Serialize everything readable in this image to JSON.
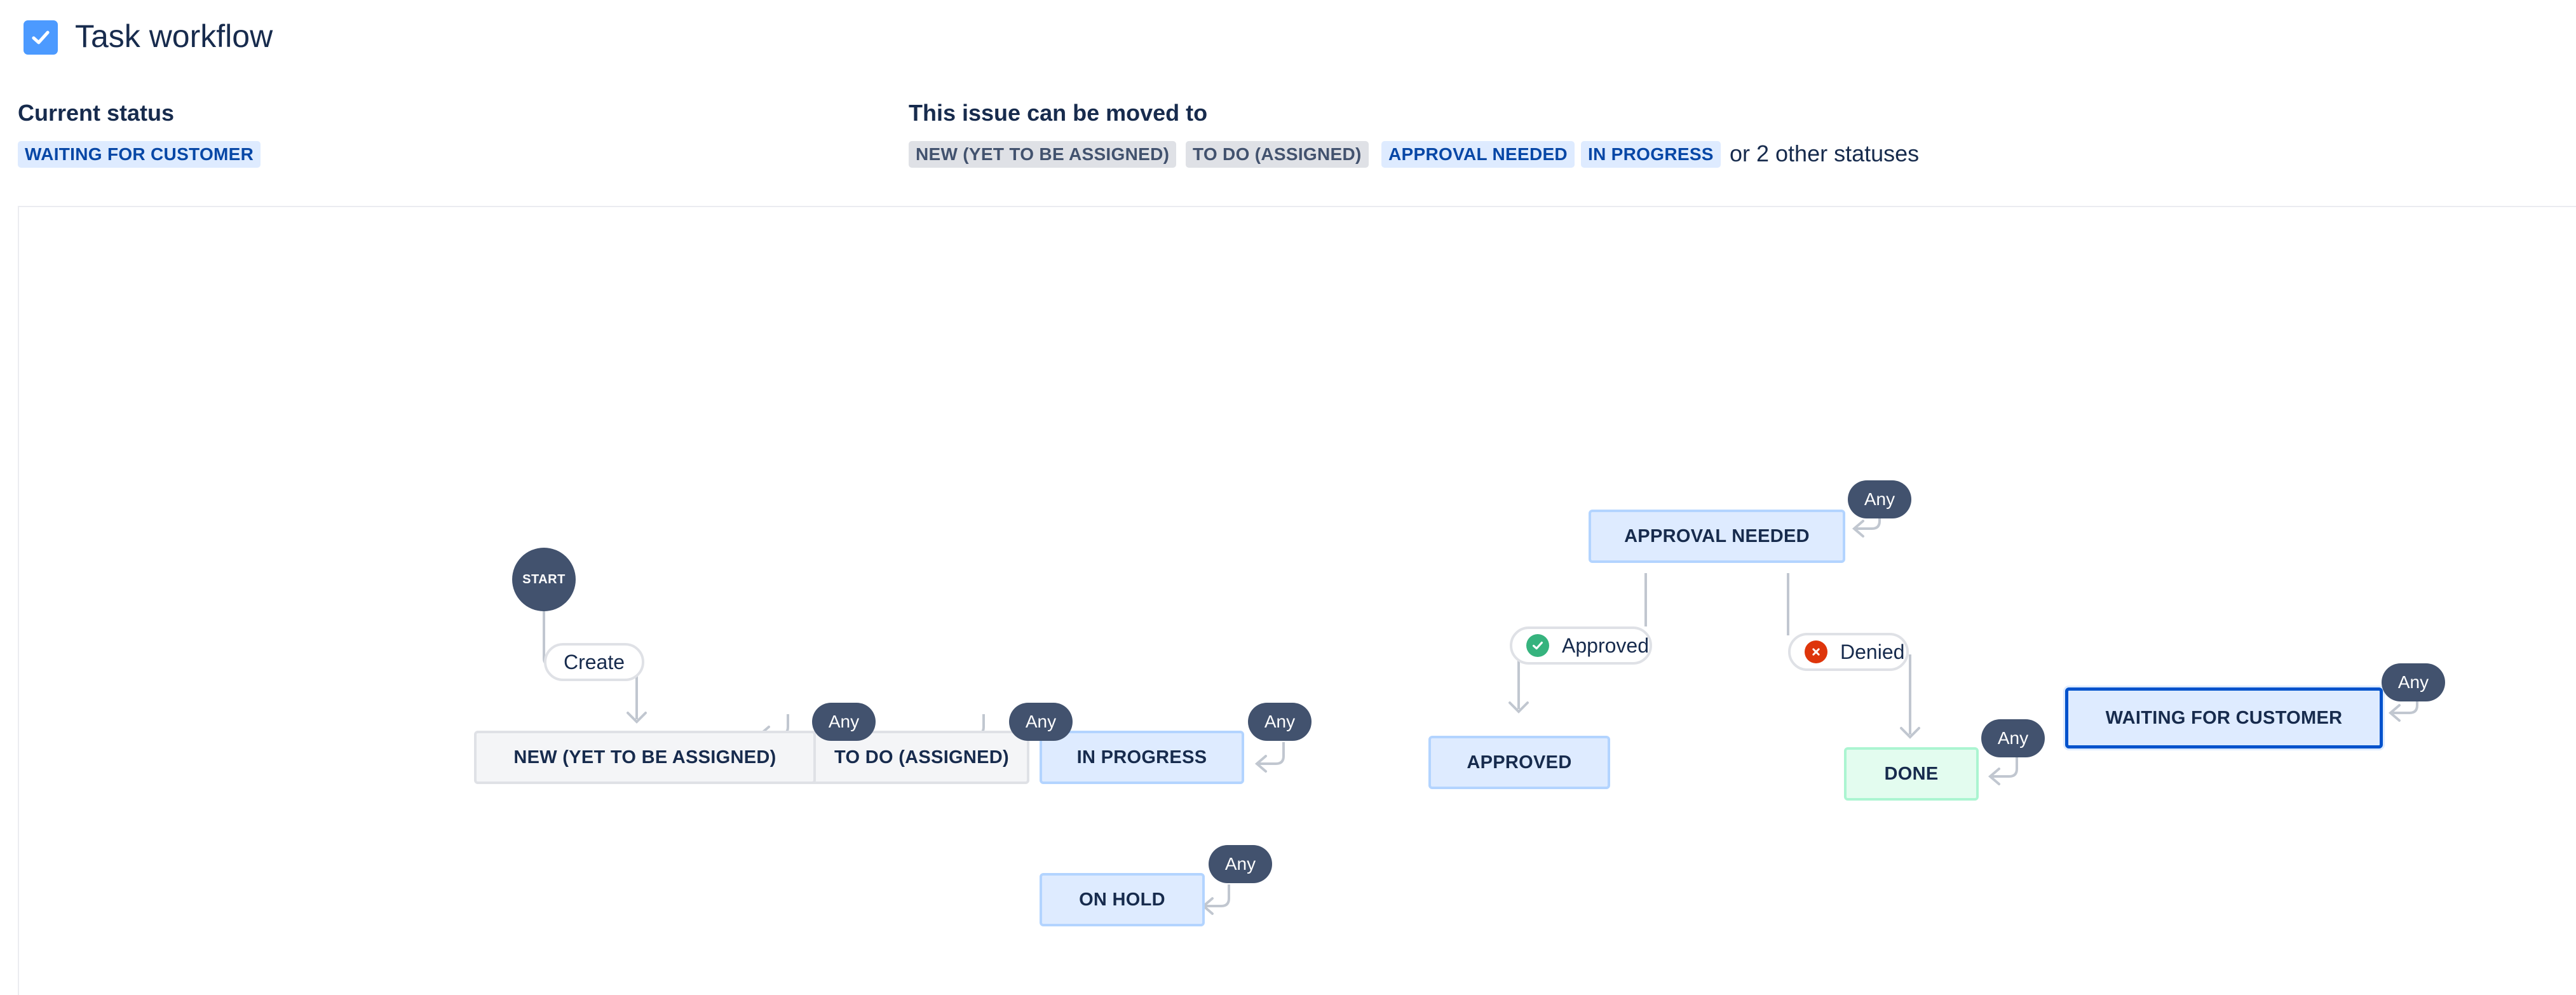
{
  "header": {
    "icon": "checkbox-checked-icon",
    "title": "Task workflow"
  },
  "current_status": {
    "label": "Current status",
    "value": "WAITING FOR CUSTOMER"
  },
  "transitions": {
    "label": "This issue can be moved to",
    "options": [
      "NEW (YET TO BE ASSIGNED)",
      "TO DO (ASSIGNED)",
      "APPROVAL NEEDED",
      "IN PROGRESS"
    ],
    "more_text": "or 2 other statuses"
  },
  "diagram": {
    "start_label": "START",
    "create_label": "Create",
    "any_label": "Any",
    "approved_label": "Approved",
    "denied_label": "Denied",
    "statuses": {
      "new": "NEW (YET TO BE ASSIGNED)",
      "todo": "TO DO (ASSIGNED)",
      "in_progress": "IN PROGRESS",
      "on_hold": "ON HOLD",
      "approval_needed": "APPROVAL NEEDED",
      "approved": "APPROVED",
      "done": "DONE",
      "waiting_for_customer": "WAITING FOR CUSTOMER"
    }
  },
  "colors": {
    "accent": "#0052cc",
    "lozenge_blue_bg": "#deebff",
    "lozenge_grey_bg": "#dfe1e6",
    "approved_green": "#36b37e",
    "denied_red": "#de350b",
    "pill_dark": "#42526e",
    "done_green_bg": "#e3fcef"
  }
}
